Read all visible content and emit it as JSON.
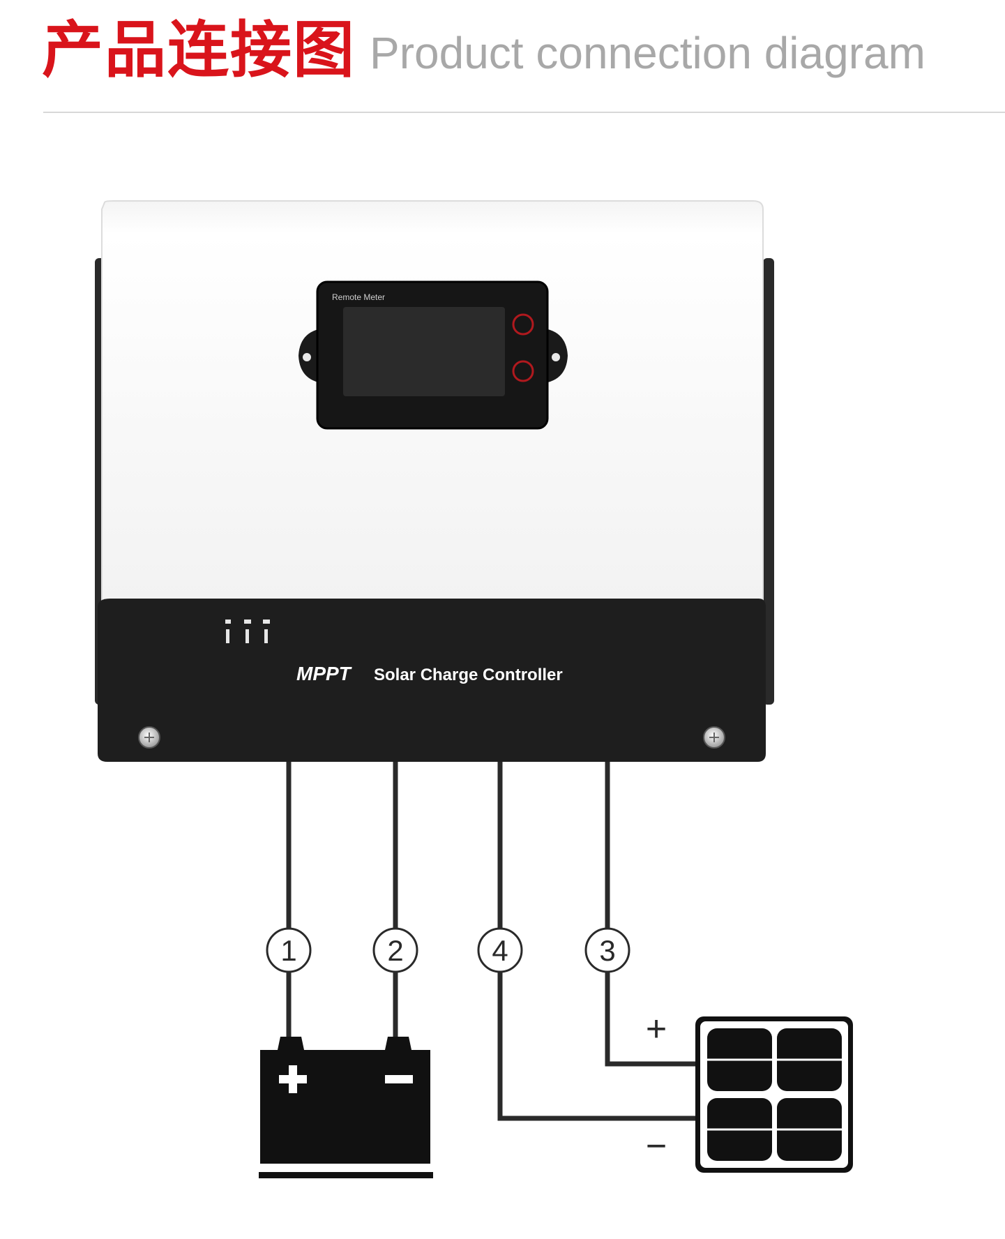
{
  "header": {
    "title_cn": "产品连接图",
    "title_en": "Product connection diagram"
  },
  "device": {
    "remote_meter_label": "Remote Meter",
    "brand": "MPPT",
    "model_text": "Solar Charge Controller"
  },
  "wires": [
    {
      "id": "1",
      "label": "1",
      "connects": "battery-positive"
    },
    {
      "id": "2",
      "label": "2",
      "connects": "battery-negative"
    },
    {
      "id": "4",
      "label": "4",
      "connects": "solar-negative"
    },
    {
      "id": "3",
      "label": "3",
      "connects": "solar-positive"
    }
  ],
  "battery": {
    "plus": "+",
    "minus": "−"
  },
  "solar": {
    "plus": "+",
    "minus": "−"
  },
  "colors": {
    "title_red": "#d9141b",
    "title_grey": "#a8a8a8",
    "device_dark": "#1e1e1e",
    "wire": "#2a2a2a"
  }
}
